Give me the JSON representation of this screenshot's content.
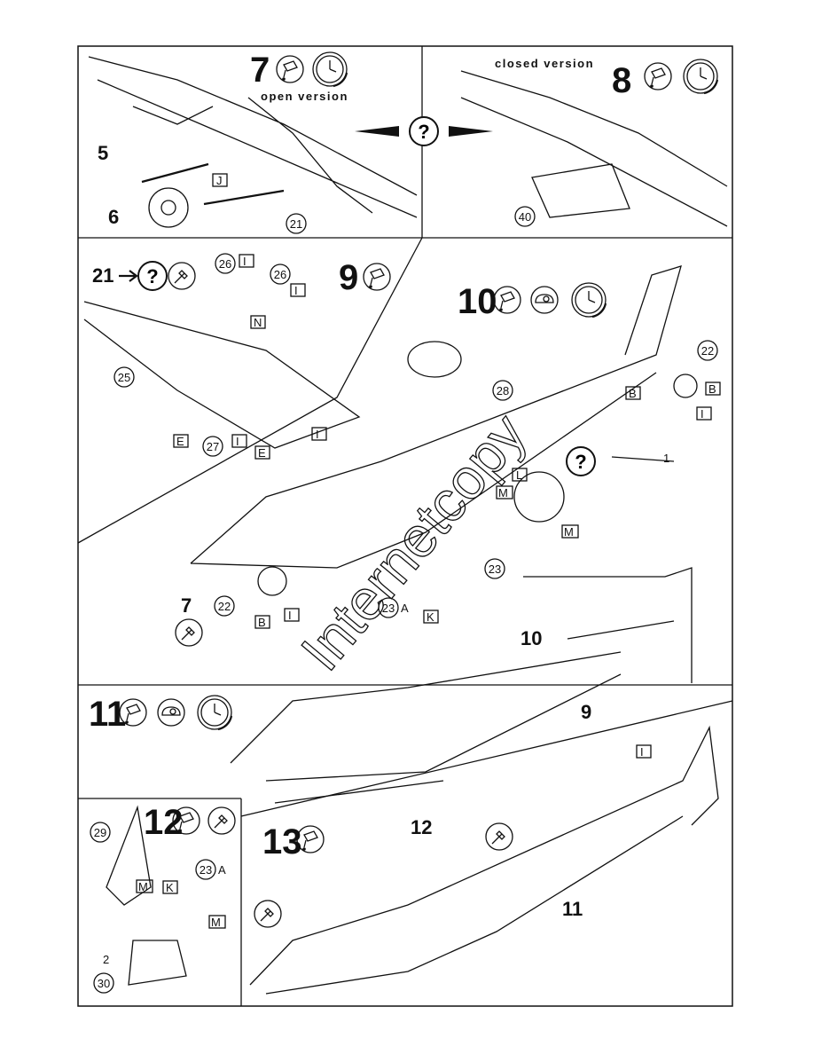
{
  "steps": {
    "s7": {
      "number": "7",
      "version": "open version"
    },
    "s8": {
      "number": "8",
      "version": "closed version"
    },
    "s9": {
      "number": "9"
    },
    "s10": {
      "number": "10"
    },
    "s11": {
      "number": "11"
    },
    "s12": {
      "number": "12"
    },
    "s13": {
      "number": "13"
    }
  },
  "step_refs": {
    "ref21": "21",
    "ref7": "7",
    "ref10": "10",
    "ref9": "9",
    "ref11": "11",
    "ref12": "12",
    "ref5": "5",
    "ref6": "6"
  },
  "parts": {
    "p21": "21",
    "p40": "40",
    "p25": "25",
    "p26a": "26",
    "p26b": "26",
    "p27": "27",
    "p28": "28",
    "p22a": "22",
    "p22b": "22",
    "p23": "23",
    "p23A": "23",
    "p23A_b": "23",
    "p29": "29",
    "p30": "30"
  },
  "part_suffix": {
    "A": "A"
  },
  "plain_numbers": {
    "n1": "1",
    "n2": "2"
  },
  "colors": {
    "J": "J",
    "I": "I",
    "N": "N",
    "E": "E",
    "B": "B",
    "L": "L",
    "M": "M",
    "K": "K"
  },
  "question_mark": "?",
  "watermark": "Internetcopy",
  "icons": [
    "glue-tube-icon",
    "clock-icon",
    "paint-brush-icon",
    "decal-water-icon",
    "masking-tape-icon"
  ]
}
